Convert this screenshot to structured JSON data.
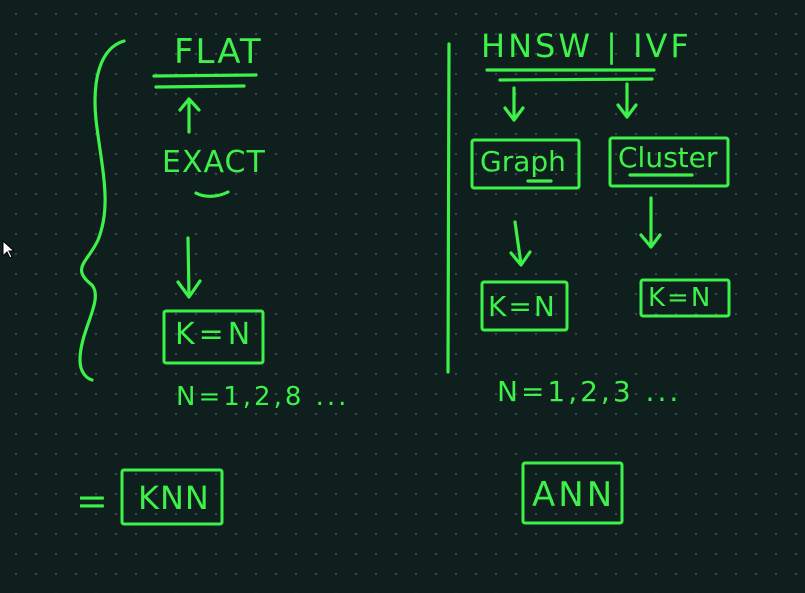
{
  "colors": {
    "background": "#0f1f1e",
    "ink": "#3df04a",
    "grid_dot": "#3a4a49"
  },
  "left": {
    "heading": "FLAT",
    "label_exact": "EXACT",
    "box_k": "K=N",
    "n_values": "N=1,2,8 ...",
    "equals": "=",
    "result": "KNN"
  },
  "right": {
    "heading": "HNSW | IVF",
    "graph_box": "Graph",
    "cluster_box": "Cluster",
    "graph_k": "K=N",
    "cluster_k": "K=N",
    "n_values": "N=1,2,3 ...",
    "result": "ANN"
  },
  "cursor_icon": "mouse-pointer-icon"
}
